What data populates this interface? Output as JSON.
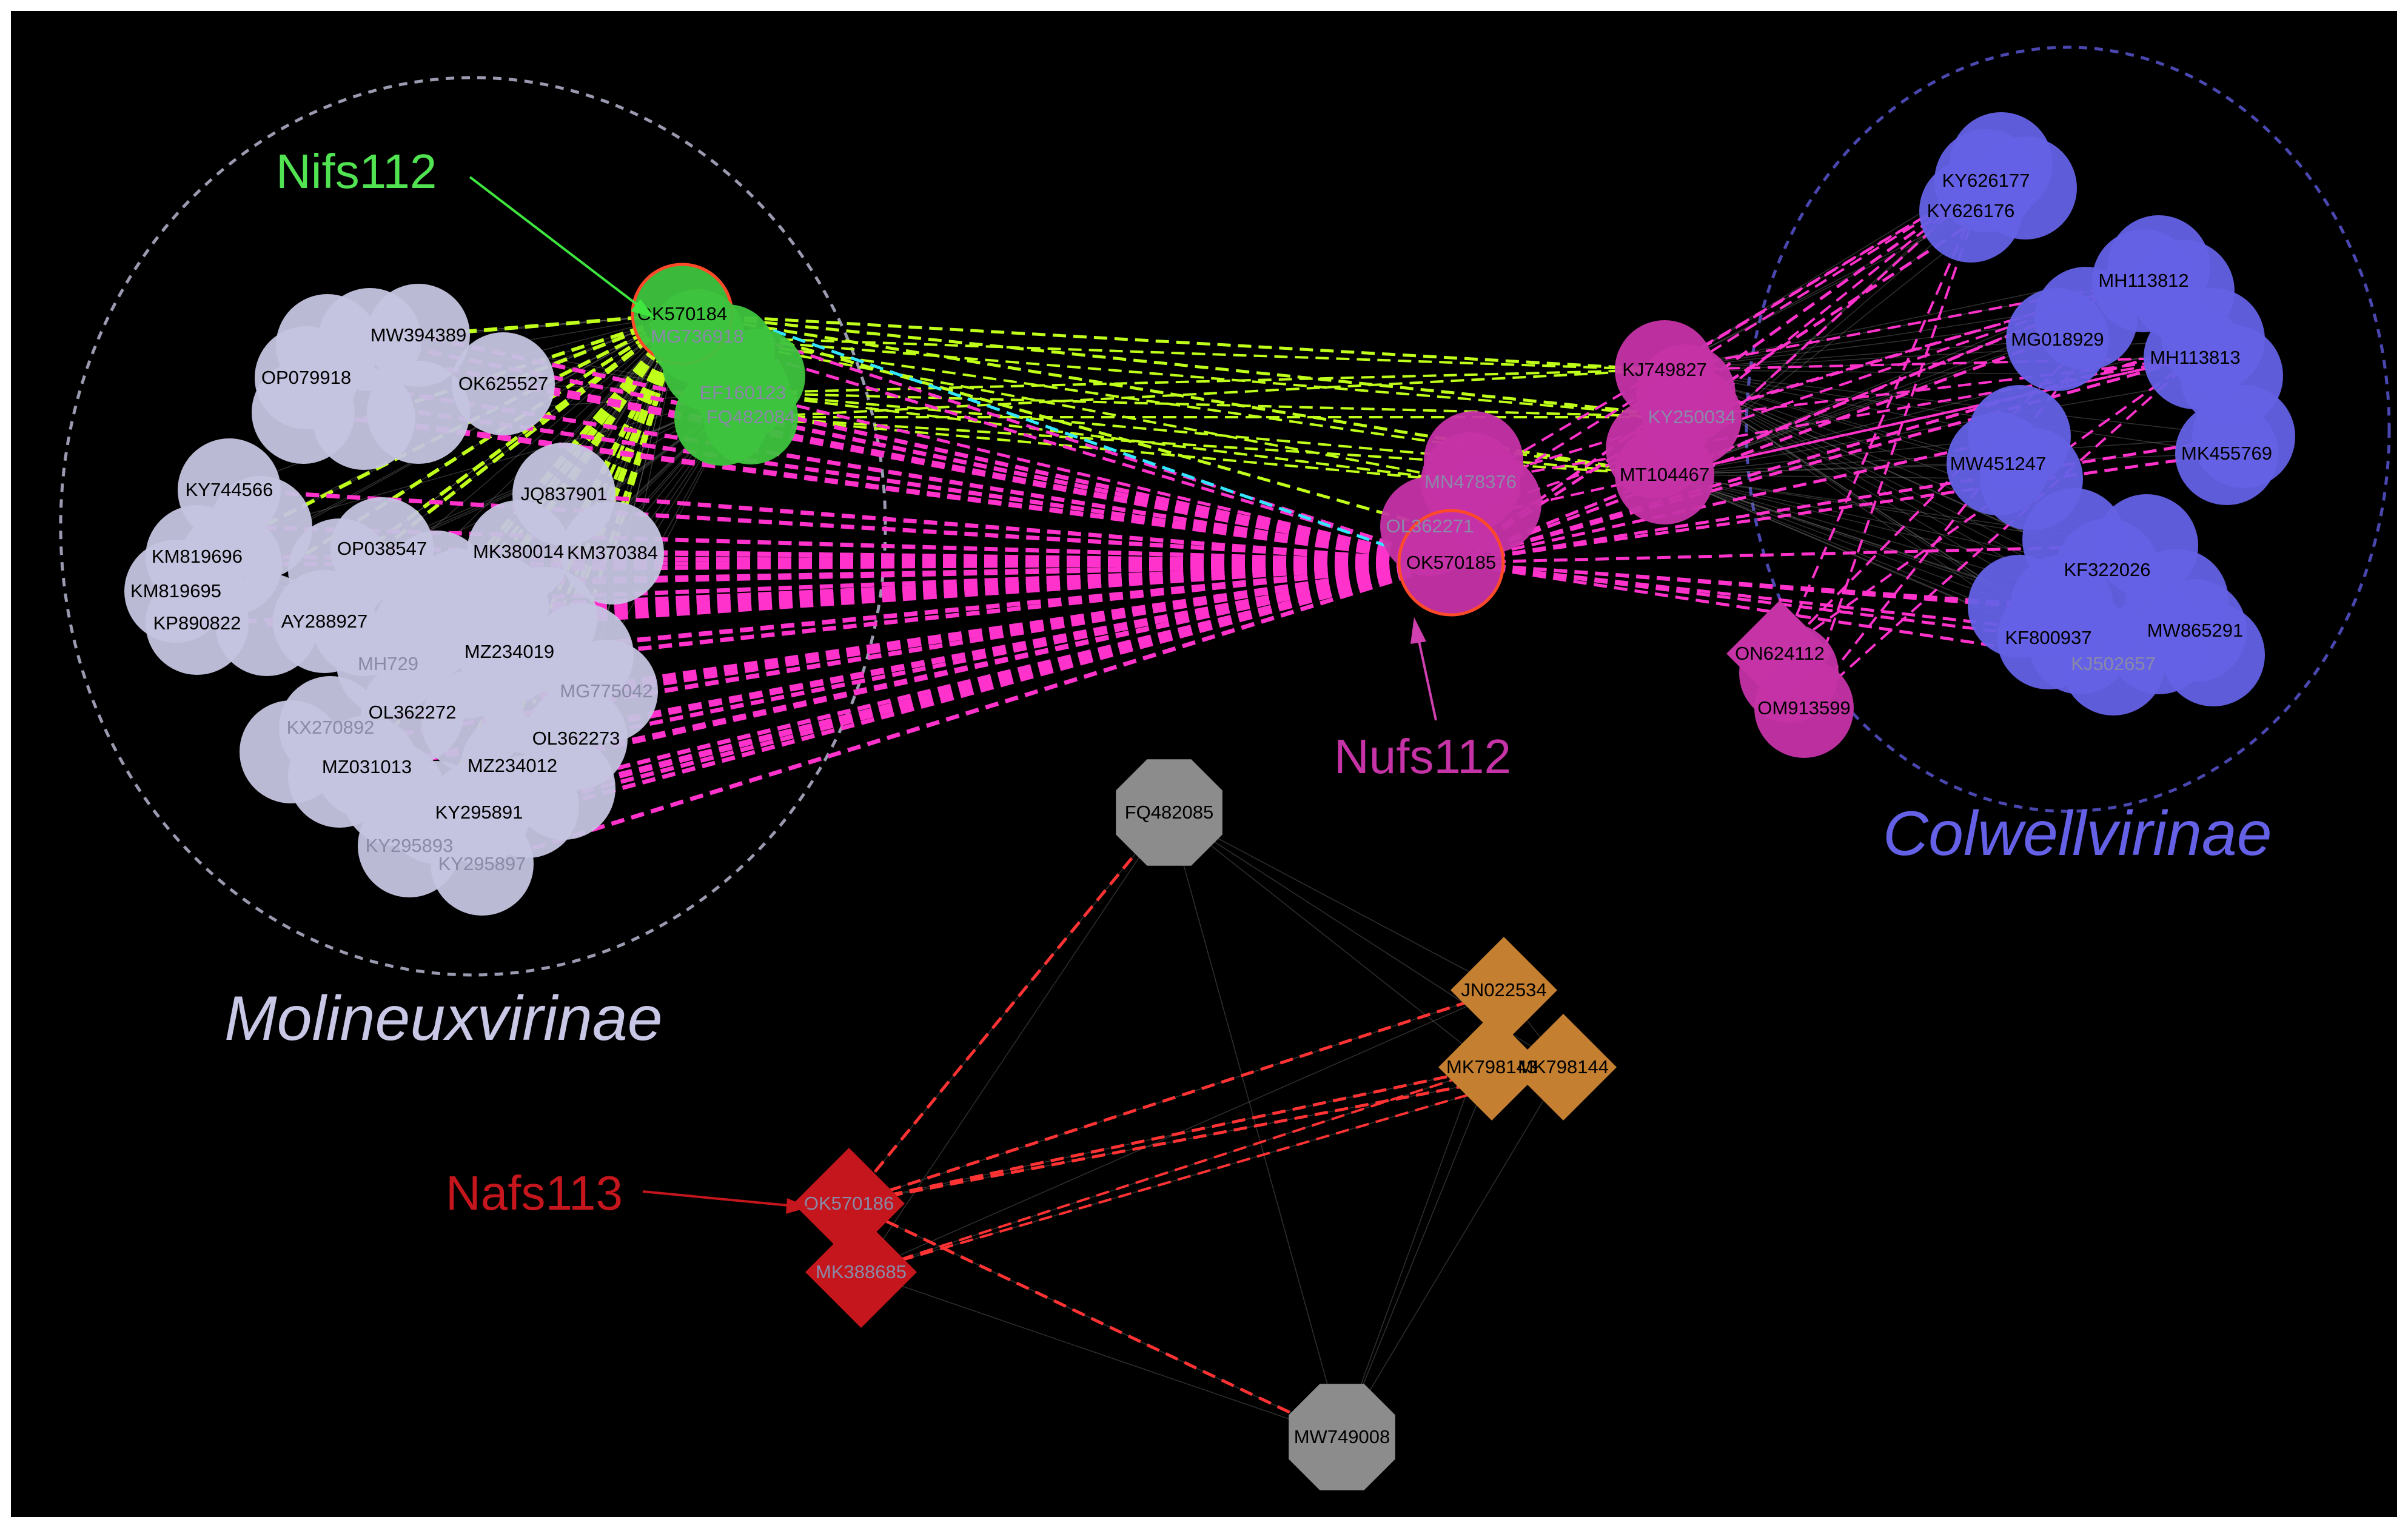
{
  "colors": {
    "background": "#000000",
    "molineux": "#c4c4e0",
    "colwell": "#6461e6",
    "nifs": "#3ec33e",
    "nufs": "#c533a6",
    "nafs": "#c4161c",
    "gray_cluster": "#8c8c8c",
    "orange_cluster": "#c47f30",
    "edge_green": "#bfff1a",
    "edge_magenta": "#ff33cc",
    "edge_red": "#ff3333",
    "edge_cyan": "#33e6ff"
  },
  "callouts": {
    "nifs": "Nifs112",
    "nufs": "Nufs112",
    "nafs": "Nafs113"
  },
  "groups": {
    "molineux": "Molineuxvirinae",
    "colwell": "Colwellvirinae"
  },
  "nodes": {
    "molineux": [
      "MW394389",
      "OP079918",
      "OK625527",
      "KY744566",
      "JQ837901",
      "KM819696",
      "OP038547",
      "MK380014",
      "KM370384",
      "KM819695",
      "KP890822",
      "AY288927",
      "MZ234019",
      "MG775042",
      "OL362272",
      "OL362273",
      "MZ031013",
      "MZ234012",
      "KY295891",
      "KY295893",
      "KY295897",
      "KX270892",
      "MH729"
    ],
    "nifs": [
      "OK570184",
      "MG736918",
      "EF160123",
      "FQ482084"
    ],
    "nufs": [
      "KJ749827",
      "KY250034",
      "MN478376",
      "MT104467",
      "OL362271",
      "OK570185",
      "ON624112",
      "OM913599"
    ],
    "colwell": [
      "KY626177",
      "KY626176",
      "MH113812",
      "MG018929",
      "MH113813",
      "MW451247",
      "MK455769",
      "KF322026",
      "KF800937",
      "MW865291",
      "KJ502657"
    ],
    "nafs": [
      "OK570186",
      "MK388685"
    ],
    "gray": [
      "FQ482085",
      "MW749008"
    ],
    "orange": [
      "JN022534",
      "MK798143",
      "MK798144"
    ]
  }
}
